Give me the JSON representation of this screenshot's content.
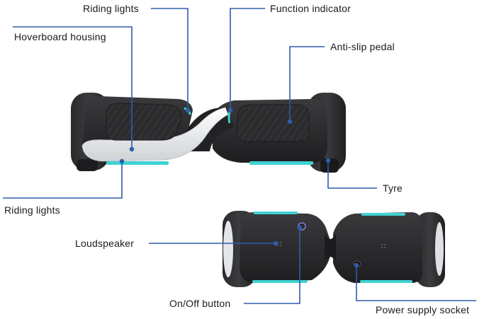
{
  "labels": {
    "riding_lights_top": "Riding lights",
    "function_indicator": "Function indicator",
    "hoverboard_housing": "Hoverboard housing",
    "anti_slip_pedal": "Anti-slip pedal",
    "tyre": "Tyre",
    "riding_lights_bottom": "Riding lights",
    "loudspeaker": "Loudspeaker",
    "on_off_button": "On/Off button",
    "power_supply_socket": "Power supply socket"
  },
  "colors": {
    "leader_line": "#2f5dab",
    "dot": "#2f5dab",
    "body": "#2b2b2d",
    "body_dark": "#1c1c1e",
    "trim": "#e9ecee",
    "light": "#3fd2d2"
  }
}
